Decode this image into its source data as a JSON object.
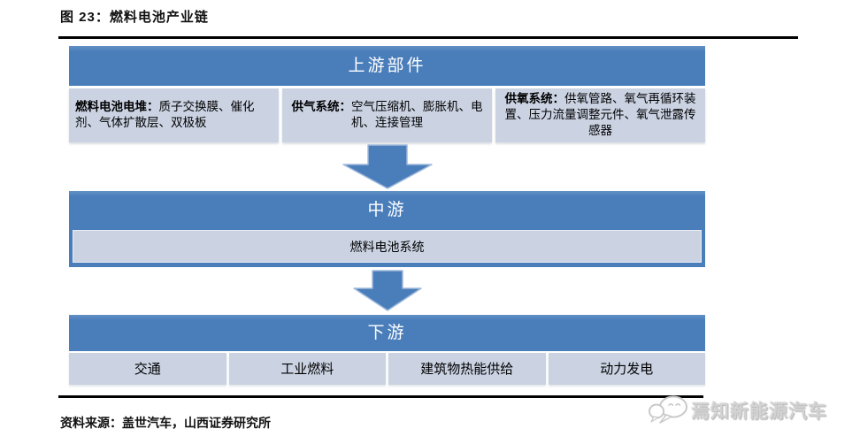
{
  "figure": {
    "title": "图 23：燃料电池产业链",
    "source": {
      "label": "资料来源：",
      "text": "盖世汽车，山西证券研究所"
    }
  },
  "chain": {
    "upstream": {
      "header": "上游部件",
      "cells": [
        {
          "label": "燃料电池电堆：",
          "text": "质子交换膜、催化剂、气体扩散层、双极板"
        },
        {
          "label": "供气系统：",
          "text": "空气压缩机、膨胀机、电机、连接管理"
        },
        {
          "label": "供氧系统：",
          "text": "供氧管路、氧气再循环装置、压力流量调整元件、氧气泄露传感器"
        }
      ]
    },
    "midstream": {
      "header": "中游",
      "cells": [
        "燃料电池系统"
      ]
    },
    "downstream": {
      "header": "下游",
      "cells": [
        "交通",
        "工业燃料",
        "建筑物热能供给",
        "动力发电"
      ]
    }
  },
  "watermark": {
    "text": "焉知新能源汽车",
    "icon": "chat-bubbles-icon"
  },
  "colors": {
    "header_blue": "#4A7EBB",
    "header_blue_light": "#6290C5",
    "cell_light": "#CBD3E3",
    "arrow_blue": "#4A7EBB",
    "arrow_edge": "#9FB9DA",
    "watermark_gray": "#D2D2D2",
    "rule_black": "#000000"
  }
}
